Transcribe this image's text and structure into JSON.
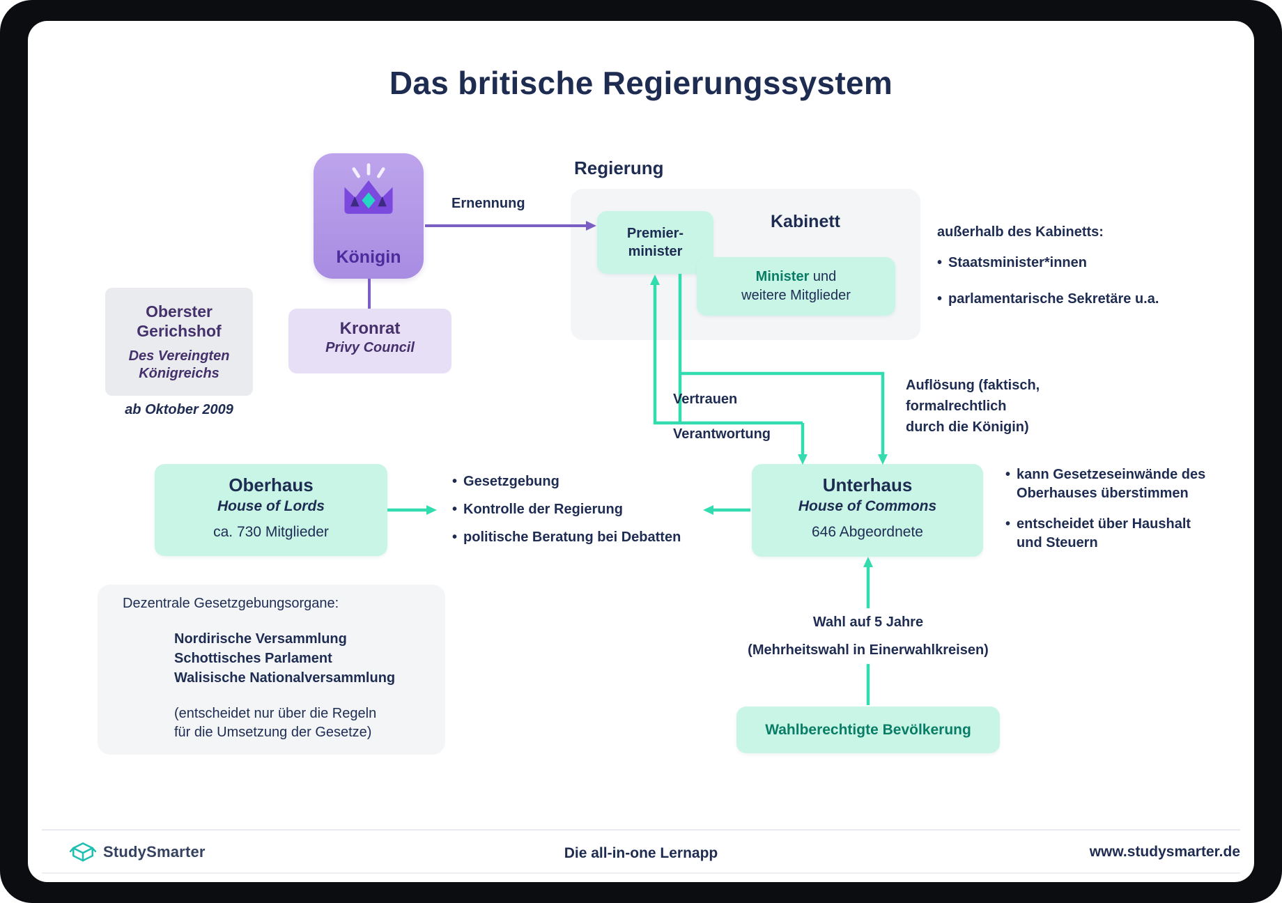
{
  "colors": {
    "navy": "#1e2c52",
    "purple": "#7a5ec4",
    "purple-dark": "#4c2b9c",
    "violet-text": "#44306b",
    "mint": "#c9f5e7",
    "teal": "#33dcae",
    "green-dark": "#0a7d66",
    "panel": "#f3f5f7",
    "lavender": "#e7dff5"
  },
  "ui": {
    "bullet": "•"
  },
  "icons": {
    "crown": "crown-icon",
    "logo": "open-box-logo-icon"
  },
  "title": "Das britische Regierungssystem",
  "monarch": {
    "label": "Königin",
    "appointment_label": "Ernennung"
  },
  "kronrat": {
    "title": "Kronrat",
    "subtitle": "Privy Council"
  },
  "court": {
    "name": "Oberster\nGerichshof",
    "subtitle": "Des Vereingten\nKönigreichs",
    "since": "ab Oktober 2009"
  },
  "government": {
    "section_label": "Regierung",
    "pm_label": "Premier-\nminister",
    "cabinet_label": "Kabinett",
    "minister_bold": "Minister",
    "minister_rest": "und\nweitere Mitglieder",
    "outside_heading": "außerhalb des Kabinetts:",
    "outside_items": [
      "Staatsminister*innen",
      "parlamentarische Sekretäre u.a."
    ]
  },
  "relations": {
    "vertrauen": "Vertrauen",
    "verantwortung": "Verantwortung",
    "aufloesung": "Auflösung (faktisch,\nformalrechtlich\ndurch die Königin)"
  },
  "oberhaus": {
    "title": "Oberhaus",
    "subtitle": "House of Lords",
    "info": "ca. 730 Mitglieder"
  },
  "unterhaus": {
    "title": "Unterhaus",
    "subtitle": "House of Commons",
    "info": "646 Abgeordnete"
  },
  "functions": [
    "Gesetzgebung",
    "Kontrolle der Regierung",
    "politische Beratung bei Debatten"
  ],
  "unterhaus_powers": [
    "kann Gesetzeseinwände des Oberhauses überstimmen",
    "entscheidet über Haushalt und Steuern"
  ],
  "election": {
    "label": "Wahl auf 5 Jahre\n(Mehrheitswahl in Einerwahlkreisen)",
    "electorate": "Wahlberechtigte Bevölkerung"
  },
  "devolved": {
    "heading": "Dezentrale Gesetzgebungsorgane:",
    "bodies": "Nordirische Versammlung\nSchottisches Parlament\nWalisische Nationalversammlung",
    "note": "(entscheidet nur über die Regeln\nfür die Umsetzung der Gesetze)"
  },
  "footer": {
    "brand": "StudySmarter",
    "tagline": "Die all-in-one Lernapp",
    "website": "www.studysmarter.de"
  }
}
